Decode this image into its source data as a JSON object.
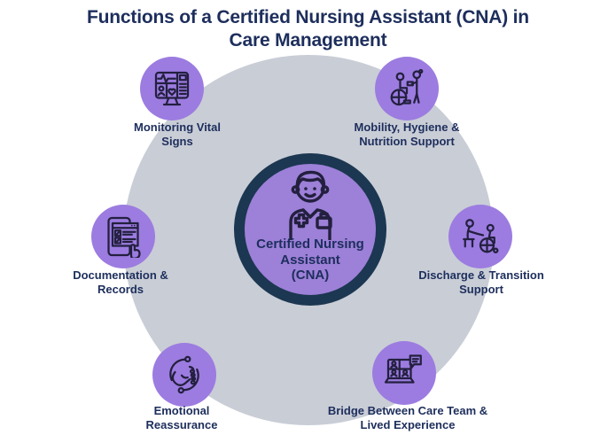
{
  "title": "Functions of a Certified Nursing Assistant (CNA) in\nCare Management",
  "center": {
    "label": "Certified Nursing\nAssistant\n(CNA)",
    "icon": "nurse-icon"
  },
  "nodes": [
    {
      "id": "monitoring",
      "label": "Monitoring Vital\nSigns",
      "icon": "vital-signs-monitor-icon"
    },
    {
      "id": "mobility",
      "label": "Mobility, Hygiene &\nNutrition Support",
      "icon": "wheelchair-caregiver-icon"
    },
    {
      "id": "documentation",
      "label": "Documentation &\nRecords",
      "icon": "records-tablet-icon"
    },
    {
      "id": "discharge",
      "label": "Discharge & Transition\nSupport",
      "icon": "wheelchair-transition-icon"
    },
    {
      "id": "emotional",
      "label": "Emotional\nReassurance",
      "icon": "clasped-hands-icon"
    },
    {
      "id": "bridge",
      "label": "Bridge Between Care Team &\nLived Experience",
      "icon": "video-call-laptop-icon"
    }
  ],
  "colors": {
    "navy-text": "#1d2e5c",
    "ring-navy": "#1c3751",
    "node-purple": "#9c7ce0",
    "center-purple": "#9d80d8",
    "bg-gray": "#c9cdd6",
    "icon-stroke": "#23203f",
    "page-bg": "#ffffff"
  }
}
